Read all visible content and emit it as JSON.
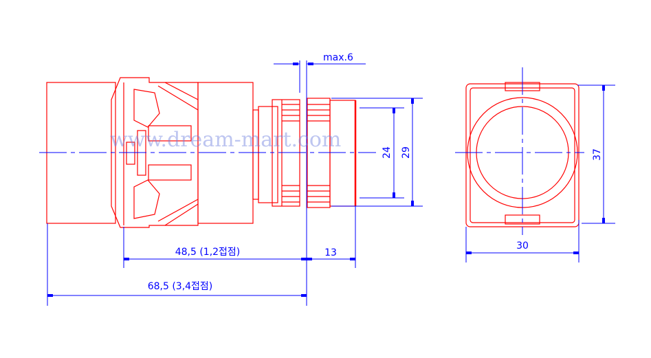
{
  "drawing": {
    "dimensions": {
      "max_thickness": "max.6",
      "inner_diameter": "24",
      "outer_diameter": "29",
      "height_square": "37",
      "width_square": "30",
      "length_12": "48,5 (1,2접점)",
      "front_length": "13",
      "length_34": "68,5 (3,4접점)"
    },
    "watermark": "www.dream-mart.com",
    "colors": {
      "outline": "#ff0000",
      "dimension": "#0000ff"
    }
  }
}
